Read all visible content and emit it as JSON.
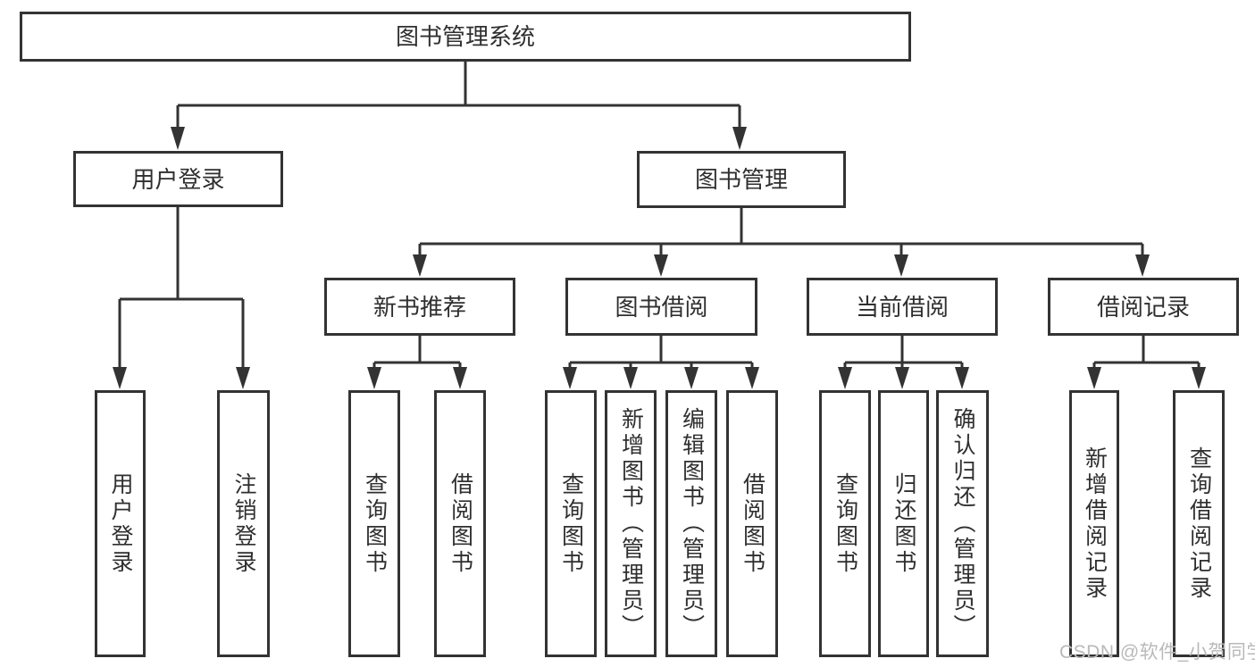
{
  "diagram": {
    "title": "图书管理系统",
    "watermark": "CSDN @软件_小贺同学",
    "colors": {
      "line": "#333333",
      "text": "#2f2f2f",
      "background": "#ffffff",
      "watermark": "#b9b9b9"
    },
    "nodes": {
      "root": "图书管理系统",
      "user_login": "用户登录",
      "book_management": "图书管理",
      "login_login": "用户登录",
      "login_logout": "注销登录",
      "new_book_recommend": "新书推荐",
      "book_borrow": "图书借阅",
      "current_borrow": "当前借阅",
      "borrow_record": "借阅记录",
      "nb_query_book": "查询图书",
      "nb_borrow_book": "借阅图书",
      "bb_query_book": "查询图书",
      "bb_add_book": "新增图书（管理员）",
      "bb_edit_book": "编辑图书（管理员）",
      "bb_borrow_book": "借阅图书",
      "cb_query_book": "查询图书",
      "cb_return_book": "归还图书",
      "cb_confirm_return": "确认归还（管理员）",
      "br_add_record": "新增借阅记录",
      "br_query_record": "查询借阅记录"
    },
    "edges": [
      [
        "root",
        "user_login"
      ],
      [
        "root",
        "book_management"
      ],
      [
        "user_login",
        "login_login"
      ],
      [
        "user_login",
        "login_logout"
      ],
      [
        "book_management",
        "new_book_recommend"
      ],
      [
        "book_management",
        "book_borrow"
      ],
      [
        "book_management",
        "current_borrow"
      ],
      [
        "book_management",
        "borrow_record"
      ],
      [
        "new_book_recommend",
        "nb_query_book"
      ],
      [
        "new_book_recommend",
        "nb_borrow_book"
      ],
      [
        "book_borrow",
        "bb_query_book"
      ],
      [
        "book_borrow",
        "bb_add_book"
      ],
      [
        "book_borrow",
        "bb_edit_book"
      ],
      [
        "book_borrow",
        "bb_borrow_book"
      ],
      [
        "current_borrow",
        "cb_query_book"
      ],
      [
        "current_borrow",
        "cb_return_book"
      ],
      [
        "current_borrow",
        "cb_confirm_return"
      ],
      [
        "borrow_record",
        "br_add_record"
      ],
      [
        "borrow_record",
        "br_query_record"
      ]
    ]
  }
}
